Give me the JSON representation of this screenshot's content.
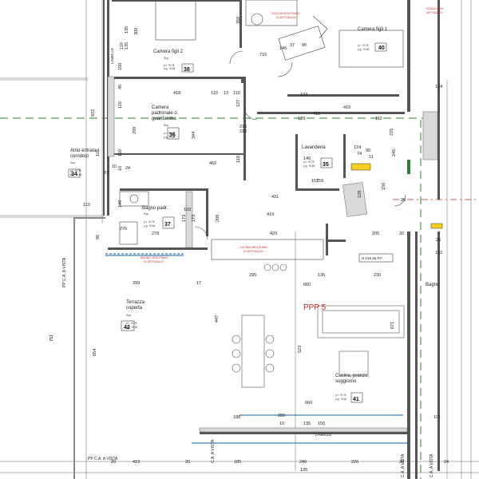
{
  "plan_label": "PPP 5",
  "rooms": [
    {
      "key": "camera_figli_2",
      "name_lines": [
        "Camera figli 2"
      ],
      "info": [
        "Sup.",
        "p.f. +5.78",
        "p.g. +5.64"
      ],
      "number": "38"
    },
    {
      "key": "camera_figli_1",
      "name_lines": [
        "Camera figli 1"
      ],
      "info": [
        "p.f. +5.78",
        "p.g. +5.64"
      ],
      "number": "40"
    },
    {
      "key": "camera_padronale",
      "name_lines": [
        "Camera",
        "padronale o",
        "guardaroba"
      ],
      "info": [
        "Sup.",
        "p.f. +5.78",
        "p.g. +5.64"
      ],
      "number": "36"
    },
    {
      "key": "atrio",
      "name_lines": [
        "Atrio entrata /",
        "corridoio"
      ],
      "info": [
        "Sup.",
        "p.f. +5.78",
        "p.g. +5.64"
      ],
      "number": "34"
    },
    {
      "key": "lavanderia",
      "name_lines": [
        "Lavanderia"
      ],
      "info": [
        "p.f. +5.78",
        "p.g. +5.64"
      ],
      "number": "35"
    },
    {
      "key": "bagno_padr",
      "name_lines": [
        "Bagno padr."
      ],
      "info": [
        "Sup.",
        "p.f. +5.78",
        "p.g. +5.64"
      ],
      "number": "37"
    },
    {
      "key": "terrazza",
      "name_lines": [
        "Terrazza",
        "coperta"
      ],
      "info": [
        "Sup.",
        "p.f. +5.78",
        "p.g. +5.64"
      ],
      "number": "42"
    },
    {
      "key": "cucina",
      "name_lines": [
        "Cucina, pranzo,",
        "soggiorno"
      ],
      "info": [
        "p.f. +5.78",
        "p.g. +5.64"
      ],
      "number": "41"
    },
    {
      "key": "bagno_right",
      "name_lines": [
        "Bagno"
      ],
      "info": [],
      "number": ""
    }
  ],
  "notes": {
    "doccia": [
      "DOCCIA VEDI PIANO",
      "DI DETTAGLIO"
    ],
    "bagno_dettaglio": [
      "BAGNO VEDI PIANO",
      "DI DETTAGLIO"
    ],
    "cucina_dettaglio": [
      "CUCINA VEDI PIANO",
      "DI DETTAGLIO"
    ],
    "scala": [
      "SCALA VEDI",
      "DETTAGLIO"
    ],
    "height_label": "H 218 da P.F.",
    "lamelle": "LAMELLE",
    "pp_ca_vista_v": "PP C.A. A VISTA",
    "pp_ca_vista_h": "PP  C.A. A VISTA",
    "ca_vista_short": "C.A. A VISTA"
  },
  "dimensions": {
    "top_row": [
      "715",
      "145",
      "37",
      "90"
    ],
    "camera2_row": [
      "418",
      "110",
      "13",
      "110"
    ],
    "right_upper": [
      "134",
      "216",
      "123",
      "419",
      "415",
      "129",
      "112",
      "245"
    ],
    "left_column": [
      "872",
      "135",
      "110",
      "135",
      "300",
      "150",
      "45",
      "110",
      "110",
      "148",
      "10",
      "110",
      "87",
      "10",
      "90",
      "24"
    ],
    "mid_column": [
      "350",
      "299",
      "344",
      "127",
      "157",
      "110"
    ],
    "lav_dims": [
      "124",
      "74",
      "11",
      "90",
      "159",
      "128",
      "150",
      "225",
      "146",
      "132"
    ],
    "row_462": [
      "462",
      "431",
      "419"
    ],
    "bagno_dims": [
      "276",
      "278",
      "173",
      "173",
      "208"
    ],
    "row_420": [
      "110",
      "420",
      "205",
      "20"
    ],
    "row_kitchen": [
      "295",
      "135",
      "230",
      "660",
      "399",
      "17"
    ],
    "terrace": [
      "654",
      "761",
      "447",
      "523",
      "671"
    ],
    "bottom_rows": [
      "188",
      "280",
      "135",
      "10",
      "150",
      "660",
      "419",
      "185",
      "240",
      "226",
      "101",
      "20",
      "135"
    ],
    "misc": [
      "20",
      "25",
      "20",
      "20",
      "24",
      "103",
      "216"
    ]
  }
}
